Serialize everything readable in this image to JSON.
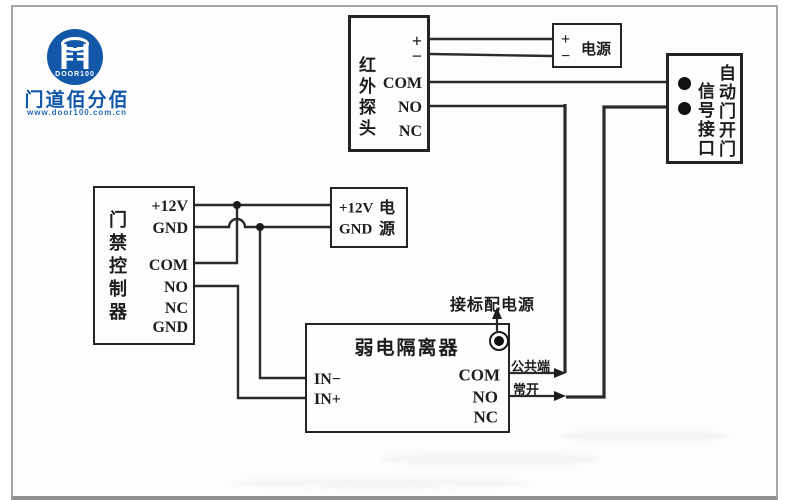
{
  "logo": {
    "brand_cn": "门道佰分佰",
    "brand_en": "DOOR100",
    "url": "www.door100.com.cn"
  },
  "boxes": {
    "infrared": {
      "title": "红外探头",
      "terminals": [
        "+",
        "−",
        "COM",
        "NO",
        "NC"
      ]
    },
    "power_top": {
      "title": "电源",
      "terminals": [
        "+",
        "−"
      ]
    },
    "door_interface": {
      "title_right_column": "自动门开门",
      "title_left_column": "信号接口"
    },
    "controller": {
      "title": "门禁控制器",
      "terminals": [
        "+12V",
        "GND",
        "COM",
        "NO",
        "NC",
        "GND"
      ]
    },
    "power_mid": {
      "row1_left": "+12V",
      "row1_right": "电",
      "row2_left": "GND",
      "row2_right": "源"
    },
    "isolator": {
      "title": "弱电隔离器",
      "left_terminals": [
        "IN−",
        "IN+"
      ],
      "right_terminals": [
        "COM",
        "NO",
        "NC"
      ]
    }
  },
  "annotations": {
    "power_note": "接标配电源",
    "common_terminal": "公共端",
    "normally_open": "常开"
  },
  "colors": {
    "wire": "#2b2b2b",
    "logo_blue": "#1358a8"
  }
}
